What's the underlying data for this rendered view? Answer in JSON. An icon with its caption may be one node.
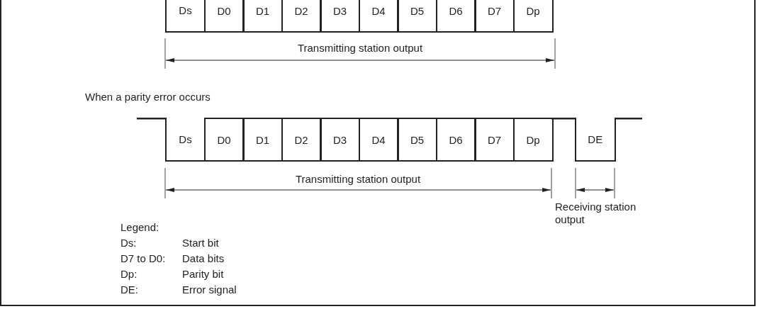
{
  "diagram": {
    "nodes": [
      {
        "text": [
          "Ds"
        ]
      },
      {
        "text": [
          "D0"
        ]
      },
      {
        "text": [
          "D1"
        ]
      },
      {
        "text": [
          "D2"
        ]
      },
      {
        "text": [
          "D3"
        ]
      },
      {
        "text": [
          "D4"
        ]
      },
      {
        "text": [
          "D5"
        ]
      },
      {
        "text": [
          "D6"
        ]
      },
      {
        "text": [
          "D7"
        ]
      },
      {
        "text": [
          "Dp"
        ]
      },
      {
        "text": [
          "Ds"
        ]
      },
      {
        "text": [
          "D0"
        ]
      },
      {
        "text": [
          "D1"
        ]
      },
      {
        "text": [
          "D2"
        ]
      },
      {
        "text": [
          "D3"
        ]
      },
      {
        "text": [
          "D4"
        ]
      },
      {
        "text": [
          "D5"
        ]
      },
      {
        "text": [
          "D6"
        ]
      },
      {
        "text": [
          "D7"
        ]
      },
      {
        "text": [
          "Dp"
        ]
      },
      {
        "text": [
          "DE"
        ]
      }
    ],
    "edges": [],
    "labels": [
      "Transmitting station output",
      "When a parity error occurs",
      "Transmitting station output",
      "Receiving station output",
      "Legend:",
      "Ds:",
      "Start bit",
      "D7 to D0:",
      "Data bits",
      "Dp:",
      "Parity bit",
      "DE:",
      "Error signal"
    ]
  }
}
